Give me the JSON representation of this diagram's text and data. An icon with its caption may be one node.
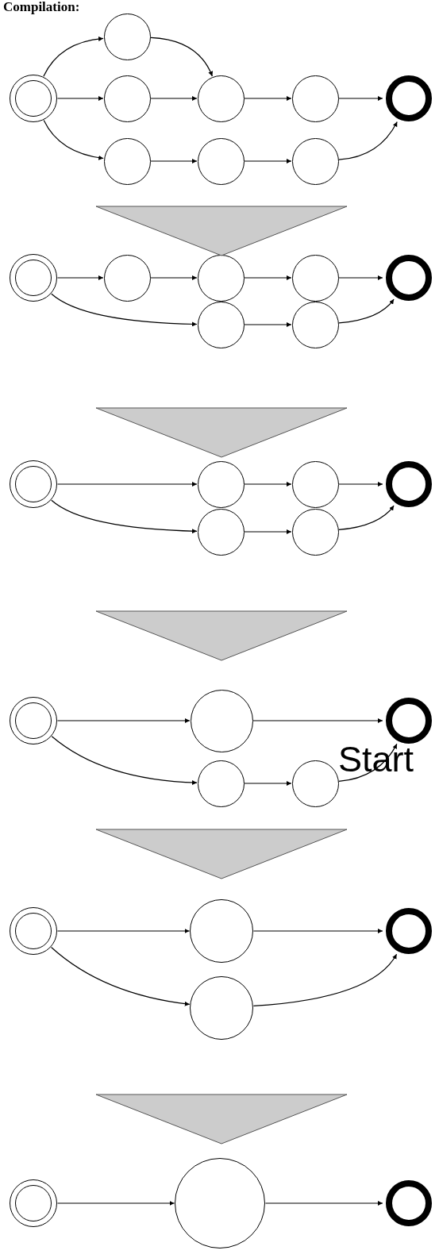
{
  "diagram": {
    "title": "Compilation:",
    "nodes": [
      {
        "text": [],
        "shape": "circle"
      },
      {
        "text": [],
        "shape": "circle"
      },
      {
        "text": [],
        "shape": "circle"
      },
      {
        "text": [],
        "shape": "circle"
      },
      {
        "text": [],
        "shape": "circle"
      },
      {
        "text": [],
        "shape": "circle"
      },
      {
        "text": [],
        "shape": "circle"
      },
      {
        "text": [],
        "shape": "circle"
      },
      {
        "text": [],
        "shape": "circle"
      },
      {
        "text": [],
        "shape": "circle"
      },
      {
        "text": [],
        "shape": "circle"
      },
      {
        "text": [],
        "shape": "circle"
      },
      {
        "text": [],
        "shape": "circle"
      },
      {
        "text": [],
        "shape": "circle"
      },
      {
        "text": [],
        "shape": "circle"
      },
      {
        "text": [],
        "shape": "circle"
      },
      {
        "text": [],
        "shape": "circle"
      },
      {
        "text": [],
        "shape": "circle"
      },
      {
        "text": [],
        "shape": "circle"
      },
      {
        "text": [],
        "shape": "circle"
      },
      {
        "text": [],
        "shape": "circle"
      },
      {
        "text": [],
        "shape": "circle"
      },
      {
        "text": [],
        "shape": "circle"
      },
      {
        "text": [],
        "shape": "circle"
      },
      {
        "text": [],
        "shape": "circle"
      },
      {
        "text": [],
        "shape": "circle"
      },
      {
        "text": [],
        "shape": "circle"
      },
      {
        "text": [],
        "shape": "circle"
      },
      {
        "text": [],
        "shape": "circle"
      },
      {
        "text": [],
        "shape": "circle"
      },
      {
        "text": [],
        "shape": "circle"
      },
      {
        "text": [],
        "shape": "circle"
      },
      {
        "text": [],
        "shape": "circle"
      },
      {
        "text": [],
        "shape": "circle"
      },
      {
        "text": [],
        "shape": "triangle"
      },
      {
        "text": [],
        "shape": "triangle"
      },
      {
        "text": [],
        "shape": "triangle"
      },
      {
        "text": [],
        "shape": "triangle"
      },
      {
        "text": [],
        "shape": "triangle"
      }
    ],
    "edges": [
      {
        "from": 0,
        "to": 1,
        "arrow": "to"
      },
      {
        "from": 0,
        "to": 2,
        "arrow": "to"
      },
      {
        "from": 0,
        "to": 6,
        "arrow": "to"
      },
      {
        "from": 1,
        "to": 3,
        "arrow": "to"
      },
      {
        "from": 2,
        "to": 3,
        "arrow": "to"
      },
      {
        "from": 3,
        "to": 4,
        "arrow": "to"
      },
      {
        "from": 4,
        "to": 5,
        "arrow": "to"
      },
      {
        "from": 6,
        "to": 7,
        "arrow": "to"
      },
      {
        "from": 7,
        "to": 8,
        "arrow": "to"
      },
      {
        "from": 8,
        "to": 5,
        "arrow": "to"
      },
      {
        "from": 9,
        "to": 10,
        "arrow": "to"
      },
      {
        "from": 10,
        "to": 11,
        "arrow": "to"
      },
      {
        "from": 11,
        "to": 12,
        "arrow": "to"
      },
      {
        "from": 12,
        "to": 13,
        "arrow": "to"
      },
      {
        "from": 9,
        "to": 14,
        "arrow": "to"
      },
      {
        "from": 14,
        "to": 15,
        "arrow": "to"
      },
      {
        "from": 15,
        "to": 13,
        "arrow": "to"
      },
      {
        "from": 16,
        "to": 17,
        "arrow": "to"
      },
      {
        "from": 17,
        "to": 18,
        "arrow": "to"
      },
      {
        "from": 18,
        "to": 19,
        "arrow": "to"
      },
      {
        "from": 16,
        "to": 20,
        "arrow": "to"
      },
      {
        "from": 20,
        "to": 21,
        "arrow": "to"
      },
      {
        "from": 21,
        "to": 19,
        "arrow": "to"
      },
      {
        "from": 22,
        "to": 23,
        "arrow": "to"
      },
      {
        "from": 23,
        "to": 24,
        "arrow": "to"
      },
      {
        "from": 22,
        "to": 25,
        "arrow": "to"
      },
      {
        "from": 25,
        "to": 26,
        "arrow": "to"
      },
      {
        "from": 26,
        "to": 24,
        "arrow": "to"
      },
      {
        "from": 27,
        "to": 28,
        "arrow": "to"
      },
      {
        "from": 28,
        "to": 29,
        "arrow": "to"
      },
      {
        "from": 27,
        "to": 30,
        "arrow": "to"
      },
      {
        "from": 30,
        "to": 29,
        "arrow": "to"
      },
      {
        "from": 31,
        "to": 32,
        "arrow": "to"
      },
      {
        "from": 32,
        "to": 33,
        "arrow": "to"
      }
    ],
    "labels": [
      "Start"
    ]
  }
}
